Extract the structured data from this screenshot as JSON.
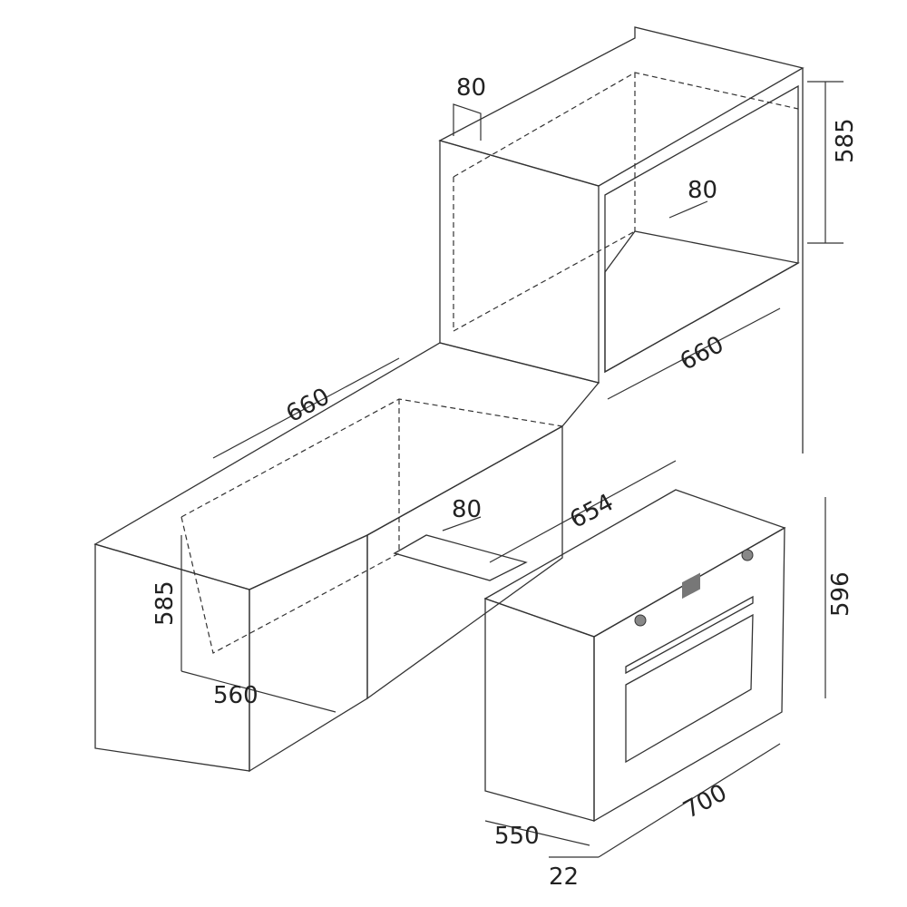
{
  "dimensions": {
    "upper_notch_top": "80",
    "upper_height": "585",
    "upper_notch_inner": "80",
    "upper_width": "660",
    "lower_width": "660",
    "oven_depth_opening": "654",
    "lower_notch": "80",
    "lower_height": "585",
    "lower_depth": "560",
    "oven_height": "596",
    "oven_width": "700",
    "oven_depth": "550",
    "oven_front": "22"
  }
}
